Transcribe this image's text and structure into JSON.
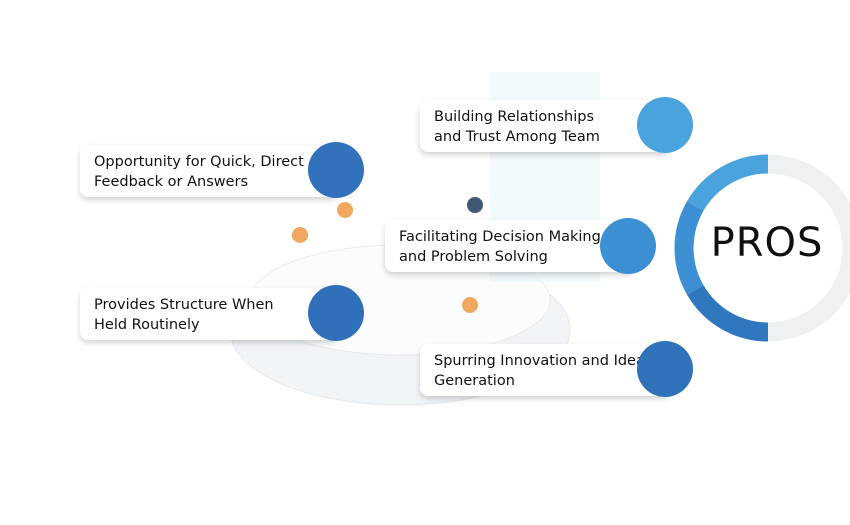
{
  "title": "PROS",
  "items": [
    {
      "text_line1": "Opportunity for Quick, Direct",
      "text_line2": "Feedback or Answers",
      "color": "#3272bd"
    },
    {
      "text_line1": "Building Relationships",
      "text_line2": "and Trust Among Team",
      "color": "#4aa3dc"
    },
    {
      "text_line1": "Facilitating Decision Making",
      "text_line2": "and Problem Solving",
      "color": "#3d8fd4"
    },
    {
      "text_line1": "Provides Structure When",
      "text_line2": "Held Routinely",
      "color": "#3070bb"
    },
    {
      "text_line1": "Spurring Innovation and Idea",
      "text_line2": "Generation",
      "color": "#2f72ba"
    }
  ],
  "ring_colors": {
    "top": "#4aa3dc",
    "middle": "#3d8fd4",
    "bottom": "#2f78c0",
    "track": "#eef0f2"
  }
}
